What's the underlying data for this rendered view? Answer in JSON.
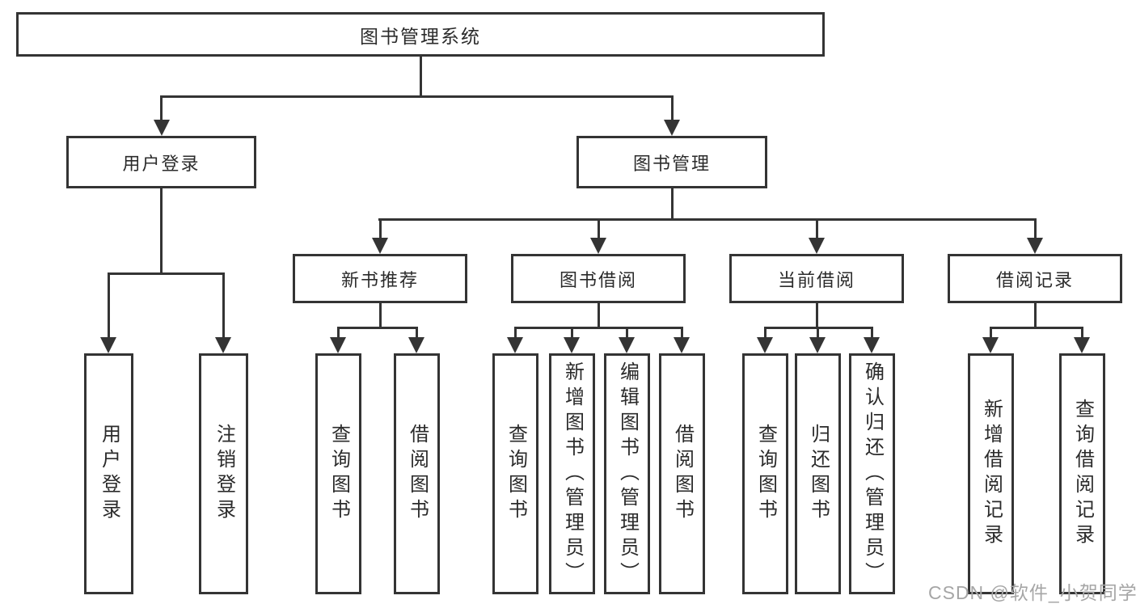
{
  "diagram": {
    "title": "图书管理系统",
    "branches": [
      {
        "label": "用户登录",
        "children": [
          {
            "label": "用户登录"
          },
          {
            "label": "注销登录"
          }
        ]
      },
      {
        "label": "图书管理",
        "children": [
          {
            "label": "新书推荐",
            "children": [
              {
                "label": "查询图书"
              },
              {
                "label": "借阅图书"
              }
            ]
          },
          {
            "label": "图书借阅",
            "children": [
              {
                "label": "查询图书"
              },
              {
                "label": "新增图书（管理员）"
              },
              {
                "label": "编辑图书（管理员）"
              },
              {
                "label": "借阅图书"
              }
            ]
          },
          {
            "label": "当前借阅",
            "children": [
              {
                "label": "查询图书"
              },
              {
                "label": "归还图书"
              },
              {
                "label": "确认归还（管理员）"
              }
            ]
          },
          {
            "label": "借阅记录",
            "children": [
              {
                "label": "新增借阅记录"
              },
              {
                "label": "查询借阅记录"
              }
            ]
          }
        ]
      }
    ]
  },
  "watermark": {
    "text": "CSDN @软件_小贺同学"
  },
  "colors": {
    "background": "#ffffff",
    "box_fill": "#ffffff",
    "box_border": "#343434",
    "line": "#343434",
    "text": "#2b2b2b",
    "watermark": "#a6a6a6"
  }
}
